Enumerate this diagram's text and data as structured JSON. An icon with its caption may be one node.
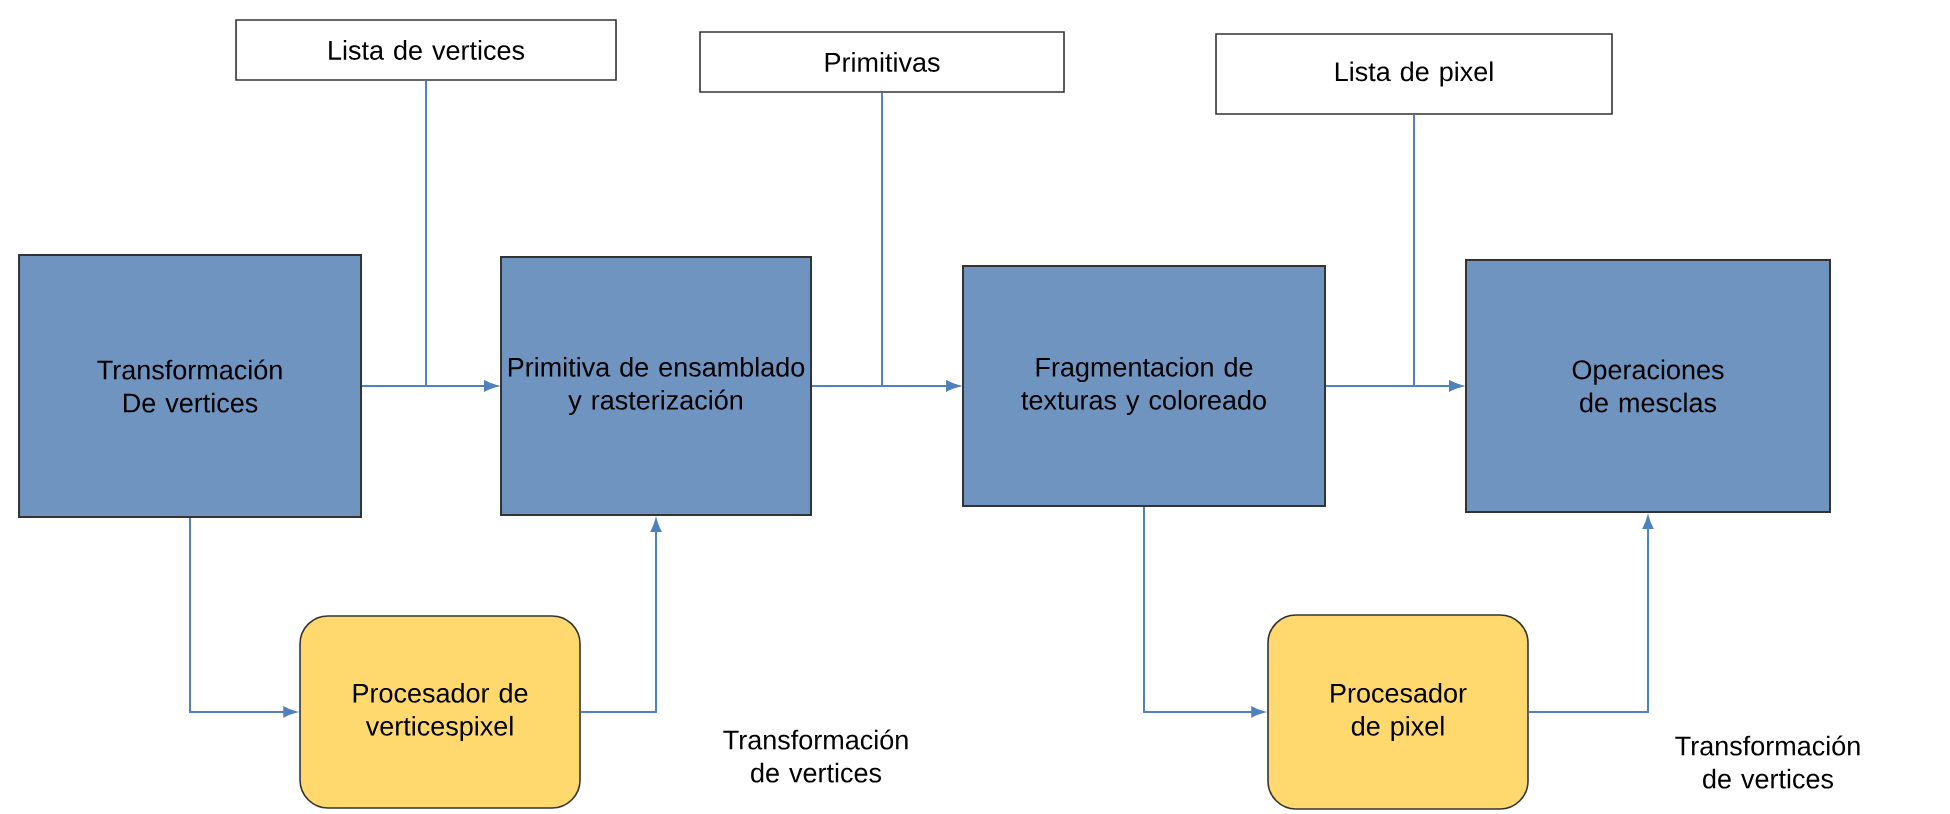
{
  "diagram": {
    "nodes": [
      {
        "text": [
          "Lista de vertices"
        ]
      },
      {
        "text": [
          "Primitivas"
        ]
      },
      {
        "text": [
          "Lista de pixel"
        ]
      },
      {
        "text": [
          "Transformación De vertices"
        ]
      },
      {
        "text": [
          "Primitiva de ensamblado y rasterización"
        ]
      },
      {
        "text": [
          "Fragmentacion de texturas y coloreado"
        ]
      },
      {
        "text": [
          "Operaciones de mesclas"
        ]
      },
      {
        "text": [
          "Procesador de verticespixel"
        ]
      },
      {
        "text": [
          "Procesador de pixel"
        ]
      }
    ],
    "edges": [
      {
        "from": 3,
        "to": 4,
        "arrow": "to"
      },
      {
        "from": 0,
        "to": 4,
        "arrow": "to"
      },
      {
        "from": 4,
        "to": 5,
        "arrow": "to"
      },
      {
        "from": 1,
        "to": 5,
        "arrow": "to"
      },
      {
        "from": 5,
        "to": 6,
        "arrow": "to"
      },
      {
        "from": 2,
        "to": 6,
        "arrow": "to"
      },
      {
        "from": 3,
        "to": 7,
        "arrow": "to"
      },
      {
        "from": 7,
        "to": 4,
        "arrow": "to"
      },
      {
        "from": 5,
        "to": 8,
        "arrow": "to"
      },
      {
        "from": 8,
        "to": 6,
        "arrow": "to"
      }
    ],
    "labels": [
      "Transformación de vertices",
      "Transformación de vertices"
    ]
  }
}
